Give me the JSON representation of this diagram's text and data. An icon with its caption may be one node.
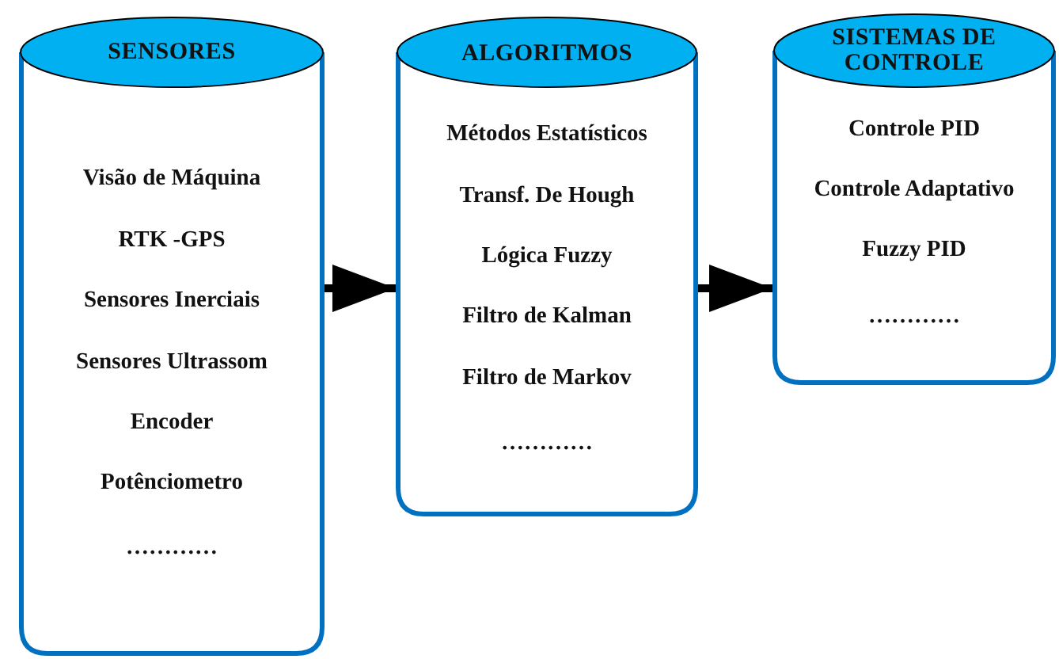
{
  "diagram": {
    "nodes": [
      {
        "text": [
          "SENSORES",
          "Visão de Máquina",
          "RTK -GPS",
          "Sensores Inerciais",
          "Sensores Ultrassom",
          "Encoder",
          "Potênciometro",
          "…………"
        ]
      },
      {
        "text": [
          "ALGORITMOS",
          "Métodos Estatísticos",
          "Transf. De Hough",
          "Lógica Fuzzy",
          "Filtro de Kalman",
          "Filtro de Markov",
          "…………"
        ]
      },
      {
        "text": [
          "SISTEMAS DE CONTROLE",
          "Controle PID",
          "Controle Adaptativo",
          "Fuzzy PID",
          "…………"
        ]
      }
    ],
    "edges": [
      {
        "from": 0,
        "to": 1,
        "arrow": "to"
      },
      {
        "from": 1,
        "to": 2,
        "arrow": "to"
      }
    ]
  }
}
